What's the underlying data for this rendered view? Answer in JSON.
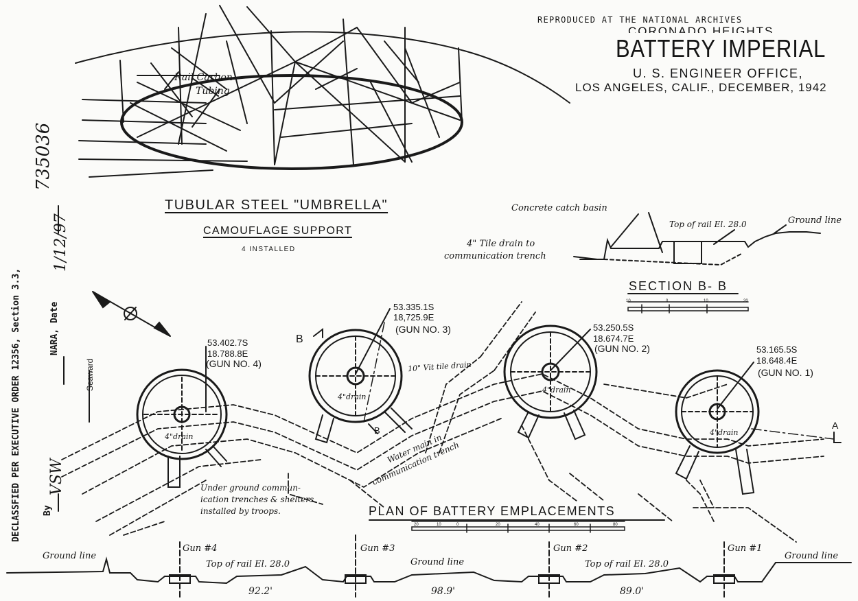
{
  "header": {
    "reproduced": "REPRODUCED AT THE NATIONAL ARCHIVES",
    "partial_title": "CORONADO HEIGHTS",
    "title": "BATTERY IMPERIAL",
    "office": "U. S. ENGINEER OFFICE,",
    "location_date": "LOS ANGELES, CALIF., DECEMBER, 1942"
  },
  "margin": {
    "declassified": "DECLASSFIED PER EXECUTIVE ORDER 12356, Section 3.3,",
    "record_number": "735036",
    "nara": "NARA, Date",
    "date": "1/12/97",
    "by": "By",
    "initials": "VSW"
  },
  "umbrella": {
    "title": "TUBULAR STEEL \"UMBRELLA\"",
    "subtitle": "CAMOUFLAGE SUPPORT",
    "count": "4 INSTALLED",
    "note_line1": "Rail Carbon",
    "note_line2": "Tubing"
  },
  "section": {
    "title": "SECTION B- B",
    "catch_basin": "Concrete catch basin",
    "top_of_rail": "Top of rail El. 28.0",
    "ground_line": "Ground line",
    "tile_drain_line1": "4\" Tile drain to",
    "tile_drain_line2": "communication trench",
    "scale_labels": [
      "10",
      "0",
      "10",
      "20"
    ]
  },
  "plan": {
    "title": "PLAN OF BATTERY EMPLACEMENTS",
    "seaward": "Seaward",
    "section_marker": "B",
    "section_marker_b": "B",
    "section_marker_a": "A",
    "drain_label": "10\" Vit tile drain",
    "water_main_line1": "Water main in",
    "water_main_line2": "communication trench",
    "trench_note_line1": "Under ground commun-",
    "trench_note_line2": "ication trenches & shelters",
    "trench_note_line3": "installed by troops.",
    "scale_labels": [
      "20",
      "10",
      "0",
      "20",
      "40",
      "60",
      "80"
    ],
    "guns": [
      {
        "name": "(GUN NO. 4)",
        "coord_s": "53.402.7S",
        "coord_e": "18.788.8E",
        "drain": "4\"drain"
      },
      {
        "name": "(GUN NO. 3)",
        "coord_s": "53.335.1S",
        "coord_e": "18,725.9E",
        "drain": "4\"drain"
      },
      {
        "name": "(GUN NO. 2)",
        "coord_s": "53.250.5S",
        "coord_e": "18.674.7E",
        "drain": "4\"drain"
      },
      {
        "name": "(GUN NO. 1)",
        "coord_s": "53.165.5S",
        "coord_e": "18.648.4E",
        "drain": "4\"drain"
      }
    ]
  },
  "profile": {
    "ground_left": "Ground line",
    "ground_mid": "Ground line",
    "ground_right": "Ground line",
    "gun_labels": [
      "Gun #4",
      "Gun #3",
      "Gun #2",
      "Gun #1"
    ],
    "rail_left": "Top of rail El. 28.0",
    "rail_right": "Top of rail El. 28.0",
    "spacings": [
      "92.2'",
      "98.9'",
      "89.0'"
    ]
  }
}
